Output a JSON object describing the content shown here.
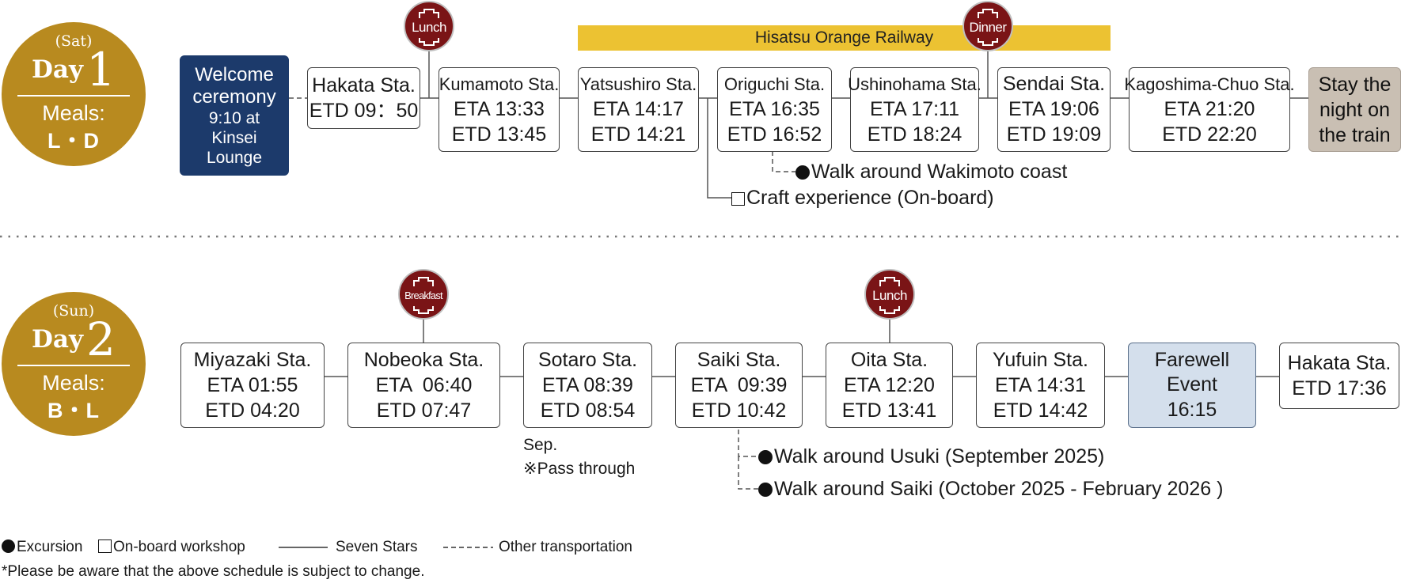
{
  "day1": {
    "sub": "(Sat)",
    "word": "Day",
    "num": "1",
    "meals_label": "Meals:",
    "meals_codes": "L・D",
    "welcome": {
      "line1": "Welcome",
      "line2": "ceremony",
      "line3": "9:10 at",
      "line4": "Kinsei",
      "line5": "Lounge"
    },
    "stations": [
      {
        "name": "Hakata Sta.",
        "t1": "ETD 09：50"
      },
      {
        "name": "Kumamoto Sta.",
        "t1": "ETA 13:33",
        "t2": "ETD 13:45"
      },
      {
        "name": "Yatsushiro Sta.",
        "t1": "ETA 14:17",
        "t2": "ETD 14:21"
      },
      {
        "name": "Origuchi Sta.",
        "t1": "ETA 16:35",
        "t2": "ETD 16:52"
      },
      {
        "name": "Ushinohama Sta.",
        "t1": "ETA 17:11",
        "t2": "ETD 18:24"
      },
      {
        "name": "Sendai Sta.",
        "t1": "ETA 19:06",
        "t2": "ETD 19:09"
      },
      {
        "name": "Kagoshima-Chuo Sta.",
        "t1": "ETA 21:20",
        "t2": "ETD 22:20"
      }
    ],
    "stay": {
      "line1": "Stay the",
      "line2": "night on",
      "line3": "the train"
    },
    "rail_banner": "Hisatsu Orange Railway",
    "meal_badges": [
      "Lunch",
      "Dinner"
    ],
    "activities": [
      "Walk around Wakimoto coast",
      "Craft experience (On-board)"
    ]
  },
  "day2": {
    "sub": "(Sun)",
    "word": "Day",
    "num": "2",
    "meals_label": "Meals:",
    "meals_codes": "B・L",
    "stations": [
      {
        "name": "Miyazaki Sta.",
        "t1": "ETA 01:55",
        "t2": "ETD 04:20"
      },
      {
        "name": "Nobeoka Sta.",
        "t1": "ETA  06:40",
        "t2": "ETD 07:47"
      },
      {
        "name": "Sotaro Sta.",
        "t1": "ETA 08:39",
        "t2": "ETD 08:54"
      },
      {
        "name": "Saiki Sta.",
        "t1": "ETA  09:39",
        "t2": "ETD 10:42"
      },
      {
        "name": "Oita Sta.",
        "t1": "ETA 12:20",
        "t2": "ETD 13:41"
      },
      {
        "name": "Yufuin Sta.",
        "t1": "ETA 14:31",
        "t2": "ETD 14:42"
      }
    ],
    "farewell": {
      "line1": "Farewell",
      "line2": "Event",
      "line3": "16:15"
    },
    "final": {
      "name": "Hakata Sta.",
      "t1": "ETD 17:36"
    },
    "meal_badges": [
      "Breakfast",
      "Lunch"
    ],
    "sotaro_note": {
      "line1": "Sep.",
      "line2": "※Pass through"
    },
    "activities": [
      "Walk around Usuki (September 2025)",
      "Walk around Saiki (October 2025 - February 2026 )"
    ]
  },
  "legend": {
    "excursion": "Excursion",
    "workshop": "On-board workshop",
    "seven_stars": "Seven Stars",
    "other": "Other transportation"
  },
  "disclaimer": "*Please be aware that the above schedule is subject to change.",
  "colors": {
    "gold": "#b88a1f",
    "navy": "#1c3a6b",
    "maroon": "#7a1416",
    "banner": "#ecc232",
    "beige": "#c9bfb3",
    "lightblue": "#d4dfec"
  }
}
